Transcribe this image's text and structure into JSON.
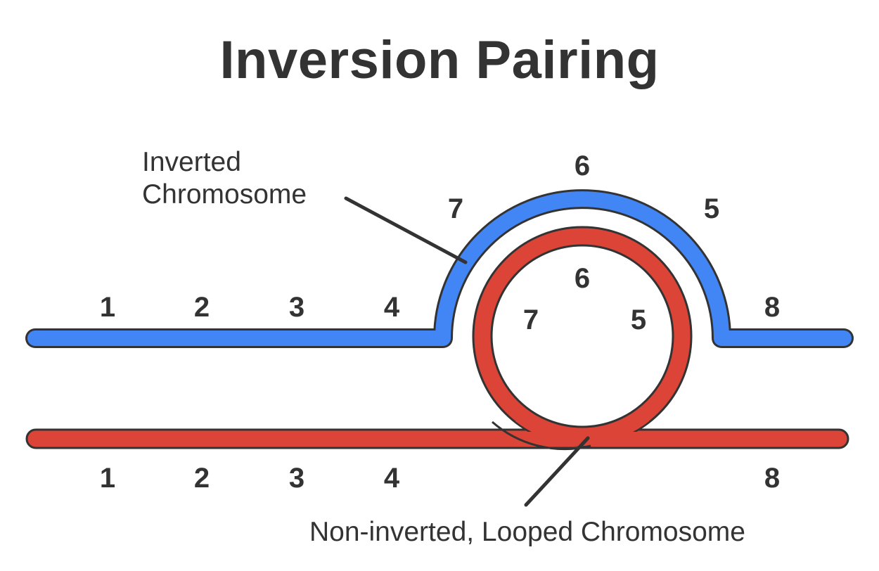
{
  "title": "Inversion Pairing",
  "colors": {
    "inverted": "#4285F4",
    "non_inverted": "#DB4437",
    "outline": "#333333",
    "text": "#333333",
    "background": "#FFFFFF"
  },
  "inverted_chromosome": {
    "label_line1": "Inverted",
    "label_line2": "Chromosome",
    "segments": [
      "1",
      "2",
      "3",
      "4",
      "7",
      "6",
      "5",
      "8"
    ]
  },
  "non_inverted_chromosome": {
    "label": "Non-inverted, Looped Chromosome",
    "segments_bottom": [
      "1",
      "2",
      "3",
      "4",
      "8"
    ],
    "loop_segments": [
      "7",
      "6",
      "5"
    ]
  }
}
